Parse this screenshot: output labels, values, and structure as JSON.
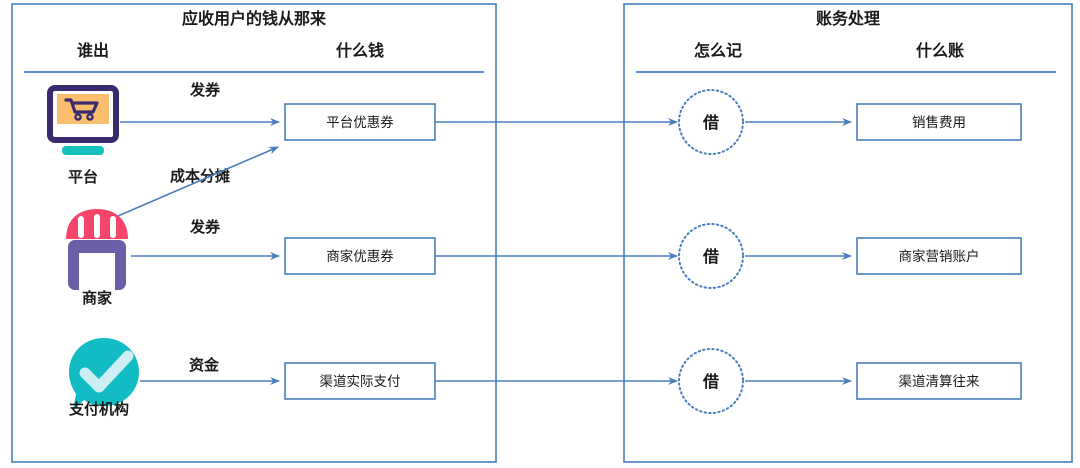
{
  "panels": [
    {
      "id": "left",
      "title": "应收用户的钱从那来",
      "columns": [
        "谁出",
        "什么钱"
      ]
    },
    {
      "id": "right",
      "title": "账务处理",
      "columns": [
        "怎么记",
        "什么账"
      ]
    }
  ],
  "actors": [
    {
      "label": "平台",
      "icon": "monitor-cart-icon"
    },
    {
      "label": "商家",
      "icon": "shop-icon"
    },
    {
      "label": "支付机构",
      "icon": "payment-check-icon"
    }
  ],
  "edge_labels": {
    "issue_coupon_platform": "发券",
    "cost_share": "成本分摊",
    "issue_coupon_merchant": "发券",
    "funds": "资金"
  },
  "money_boxes": [
    {
      "label": "平台优惠券"
    },
    {
      "label": "商家优惠券"
    },
    {
      "label": "渠道实际支付"
    }
  ],
  "entry_circles": [
    {
      "label": "借"
    },
    {
      "label": "借"
    },
    {
      "label": "借"
    }
  ],
  "account_boxes": [
    {
      "label": "销售费用"
    },
    {
      "label": "商家营销账户"
    },
    {
      "label": "渠道清算往来"
    }
  ],
  "colors": {
    "line_blue": "#4a7ebb",
    "divider_blue": "#5b8fd4",
    "monitor_frame": "#3a2a6e",
    "monitor_screen": "#f9bf6e",
    "monitor_stand": "#15c0bd",
    "shop_awning": "#f5456a",
    "shop_body": "#6b5fa8",
    "payment_teal": "#12bcc4",
    "payment_check": "#cdeef2",
    "text": "#1a1a1a"
  }
}
